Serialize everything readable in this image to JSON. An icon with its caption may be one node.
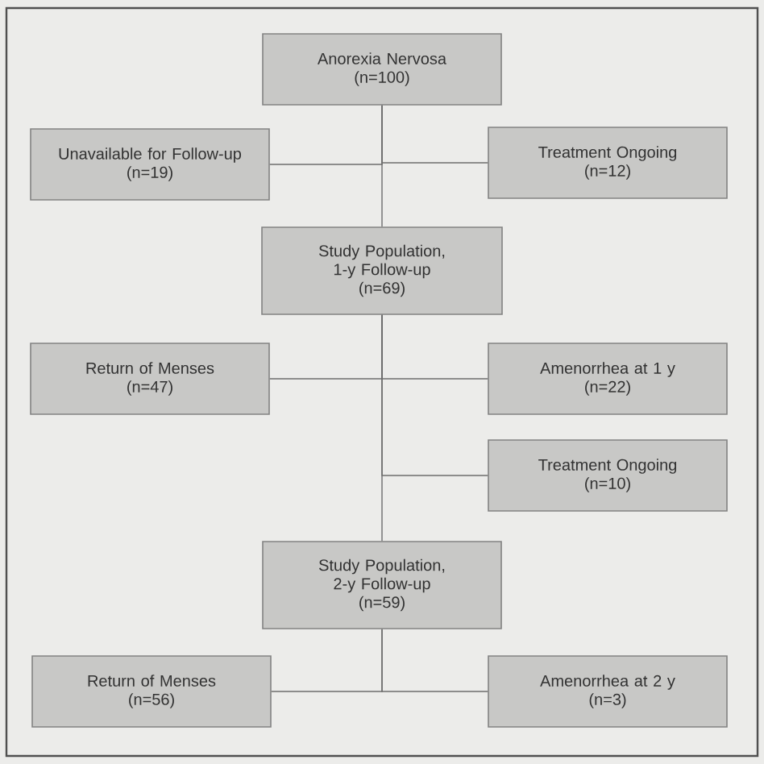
{
  "diagram": {
    "nodes": [
      {
        "text": [
          "Anorexia Nervosa",
          "(n=100)"
        ]
      },
      {
        "text": [
          "Unavailable for Follow-up",
          "(n=19)"
        ]
      },
      {
        "text": [
          "Treatment Ongoing",
          "(n=12)"
        ]
      },
      {
        "text": [
          "Study Population, 1-y Follow-up",
          "(n=69)"
        ]
      },
      {
        "text": [
          "Return of Menses",
          "(n=47)"
        ]
      },
      {
        "text": [
          "Amenorrhea at 1 y",
          "(n=22)"
        ]
      },
      {
        "text": [
          "Treatment Ongoing",
          "(n=10)"
        ]
      },
      {
        "text": [
          "Study Population, 2-y Follow-up",
          "(n=59)"
        ]
      },
      {
        "text": [
          "Return of Menses",
          "(n=56)"
        ]
      },
      {
        "text": [
          "Amenorrhea at 2 y",
          "(n=3)"
        ]
      }
    ],
    "edges": [
      {
        "from": 0,
        "to": 1,
        "arrow": "none"
      },
      {
        "from": 0,
        "to": 2,
        "arrow": "none"
      },
      {
        "from": 0,
        "to": 3,
        "arrow": "none"
      },
      {
        "from": 3,
        "to": 4,
        "arrow": "none"
      },
      {
        "from": 3,
        "to": 5,
        "arrow": "none"
      },
      {
        "from": 3,
        "to": 6,
        "arrow": "none"
      },
      {
        "from": 3,
        "to": 7,
        "arrow": "none"
      },
      {
        "from": 7,
        "to": 8,
        "arrow": "none"
      },
      {
        "from": 7,
        "to": 9,
        "arrow": "none"
      }
    ]
  }
}
